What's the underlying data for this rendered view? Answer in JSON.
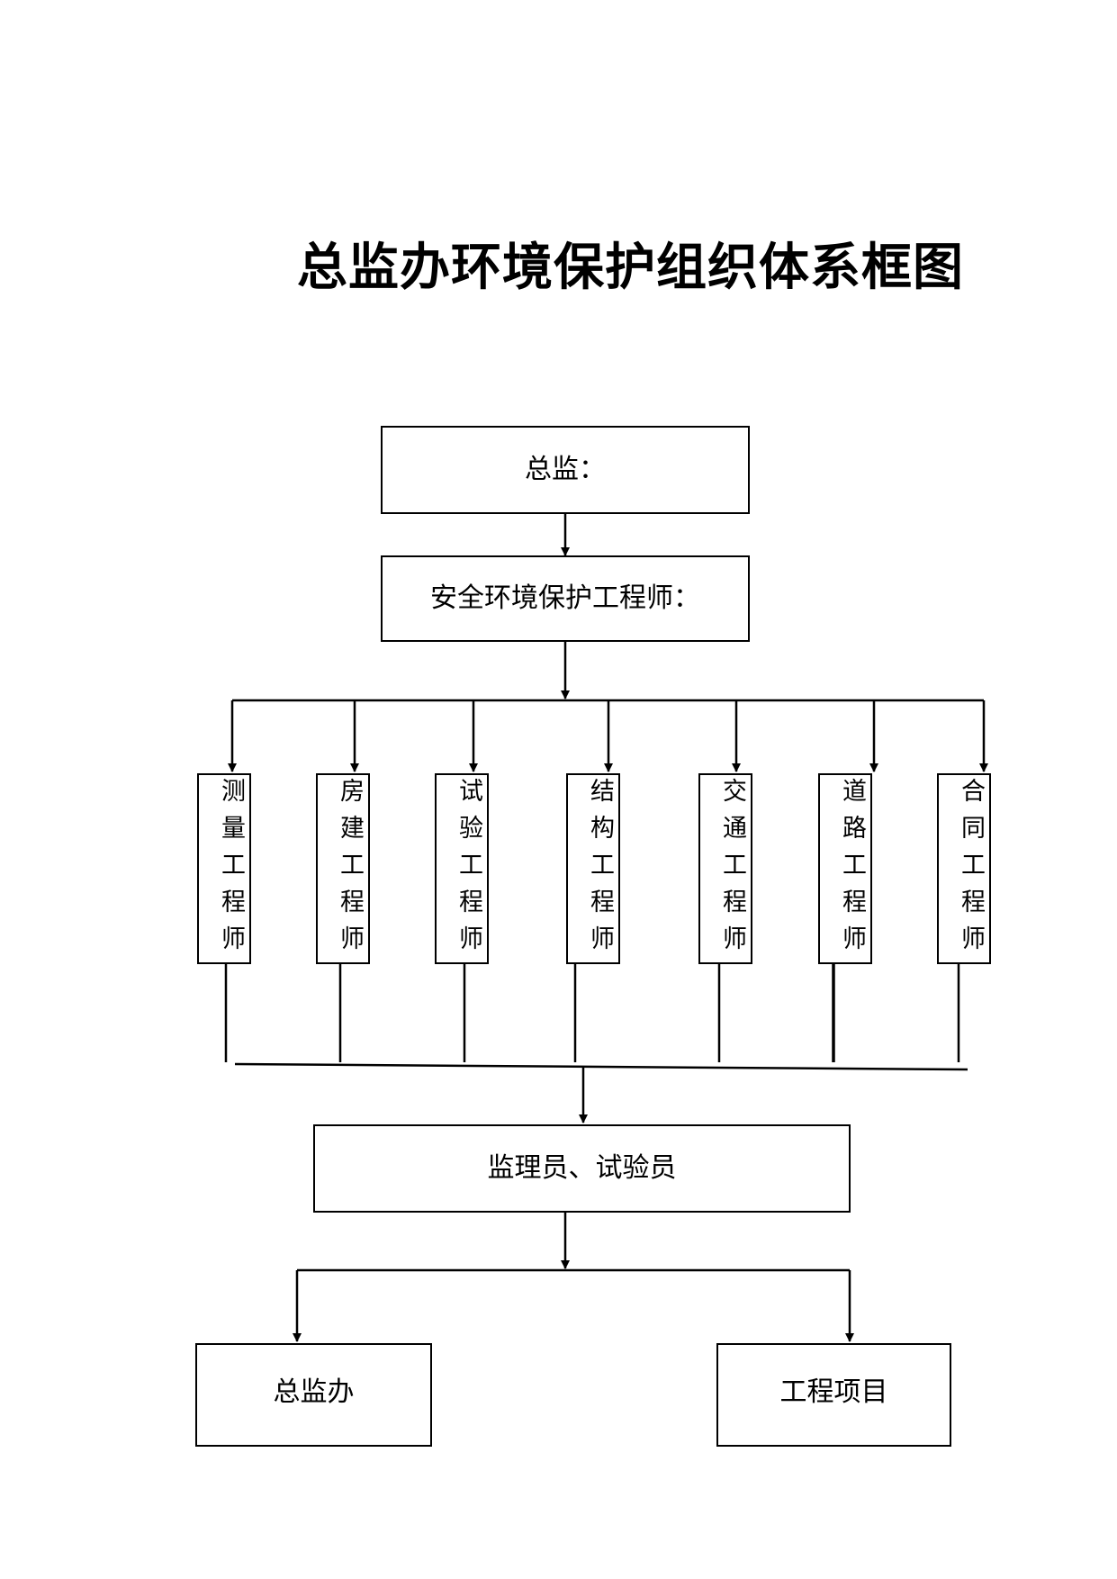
{
  "title": "总监办环境保护组织体系框图",
  "nodes": {
    "chief": "总监：",
    "safety_engineer": "安全环境保护工程师：",
    "engineers": [
      "测量工程师",
      "房建工程师",
      "试验工程师",
      "结构工程师",
      "交通工程师",
      "道路工程师",
      "合同工程师"
    ],
    "supervisors": "监理员、试验员",
    "office": "总监办",
    "project": "工程项目"
  }
}
